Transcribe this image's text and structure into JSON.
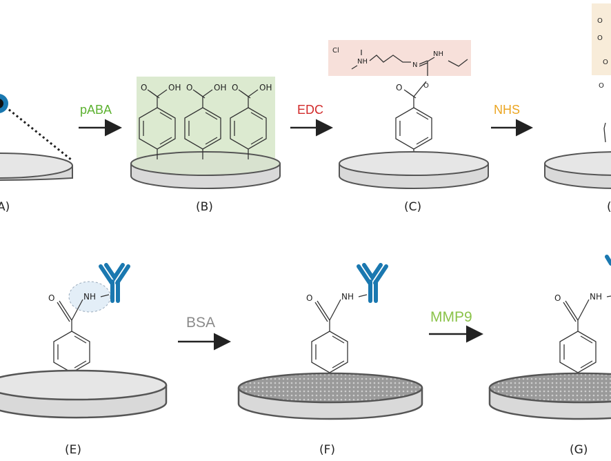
{
  "colors": {
    "pABA": "#5cb130",
    "EDC": "#d12a2a",
    "NHS": "#eba521",
    "BSA": "#8a8a8a",
    "MMP9": "#8bc34a",
    "antibody": "#1a78b0",
    "green_box": "#dcead0",
    "pink_box": "#f7e0da",
    "beige_box": "#f8ecd9",
    "dish": "#dcdcdc"
  },
  "reagents": {
    "r1": "pABA",
    "r2": "EDC",
    "r3": "NHS",
    "r4": "BSA",
    "r5": "MMP9"
  },
  "labels": {
    "A": "A)",
    "B": "(B)",
    "C": "(C)",
    "D": "(",
    "E": "(E)",
    "F": "(F)",
    "G": "(G)"
  },
  "chem": {
    "O": "O",
    "OH": "OH",
    "NH": "NH",
    "N": "N",
    "Cl": "Cl",
    "NH_charged": "NH"
  }
}
